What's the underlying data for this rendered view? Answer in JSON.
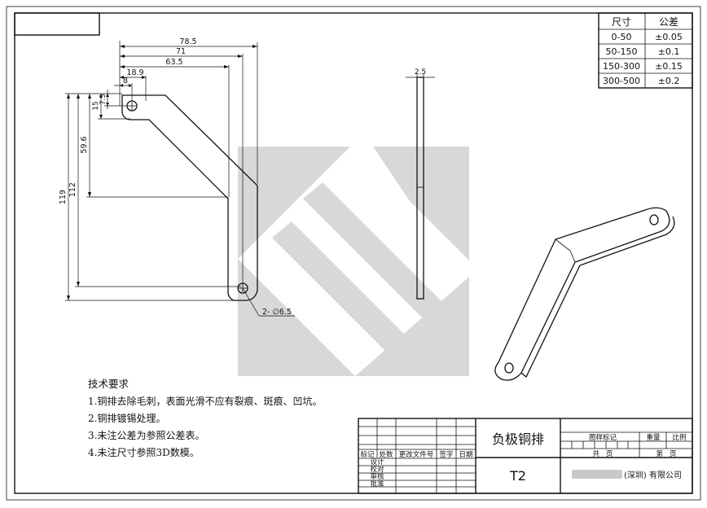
{
  "tolerance_table": {
    "headers": [
      "尺寸",
      "公差"
    ],
    "rows": [
      [
        "0-50",
        "±0.05"
      ],
      [
        "50-150",
        "±0.1"
      ],
      [
        "150-300",
        "±0.15"
      ],
      [
        "300-500",
        "±0.2"
      ]
    ]
  },
  "dimensions": {
    "w785": "78.5",
    "w71": "71",
    "w635": "63.5",
    "w189": "18.9",
    "w8": "8",
    "v75": "7.5",
    "v15": "15",
    "v596": "59.6",
    "v112": "112",
    "v119": "119",
    "hole_callout": "2- ∅6.5",
    "thickness": "2.5"
  },
  "tech_requirements": {
    "title": "技术要求",
    "items": [
      "1.铜排去除毛刺，表面光滑不应有裂痕、斑痕、凹坑。",
      "2.铜排镀锡处理。",
      "3.未注公差为参照公差表。",
      "4.未注尺寸参照3D数模。"
    ]
  },
  "title_block": {
    "part_name": "负极铜排",
    "material": "T2",
    "company": "(深圳) 有限公司",
    "rev_headers": [
      "标记",
      "处数",
      "更改文件号",
      "签字",
      "日期"
    ],
    "sign_rows": [
      "设计",
      "校对",
      "审核",
      "批准"
    ],
    "pattern_mark": "图样标记",
    "weight": "重量",
    "scale": "比例",
    "total_sheets": "共   页",
    "sheet_no": "第   页"
  }
}
